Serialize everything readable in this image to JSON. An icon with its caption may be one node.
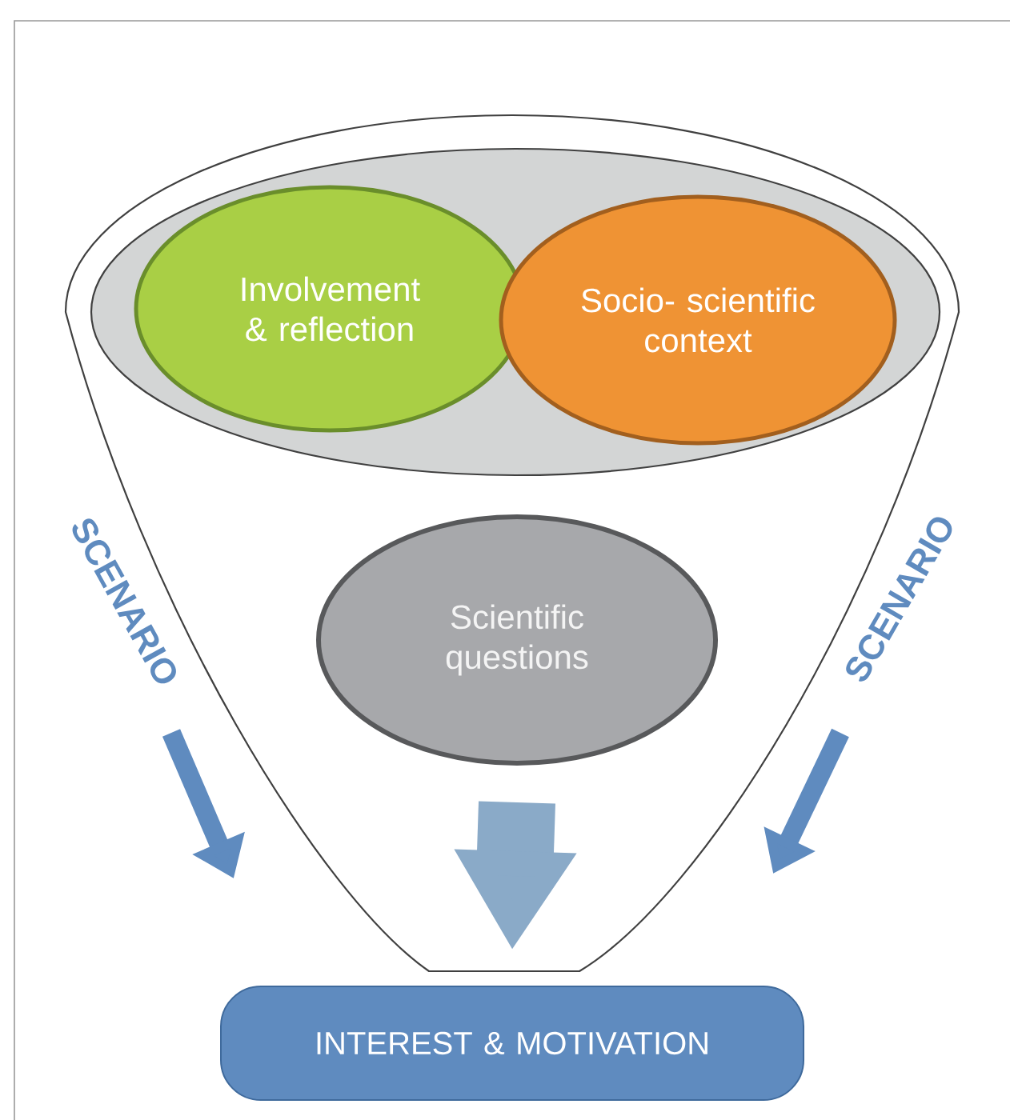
{
  "diagram": {
    "nodes": [
      {
        "text": [
          "Involvement & reflection"
        ]
      },
      {
        "text": [
          "Socio- scientific context"
        ]
      },
      {
        "text": [
          "Scientific questions"
        ]
      },
      {
        "text": [
          "INTEREST & MOTIVATION"
        ]
      }
    ],
    "edges": [
      {
        "from": 2,
        "to": 3,
        "arrow": "to",
        "color": "#8aaac8"
      }
    ],
    "labels": [
      "SCENARIO",
      "SCENARIO"
    ]
  }
}
